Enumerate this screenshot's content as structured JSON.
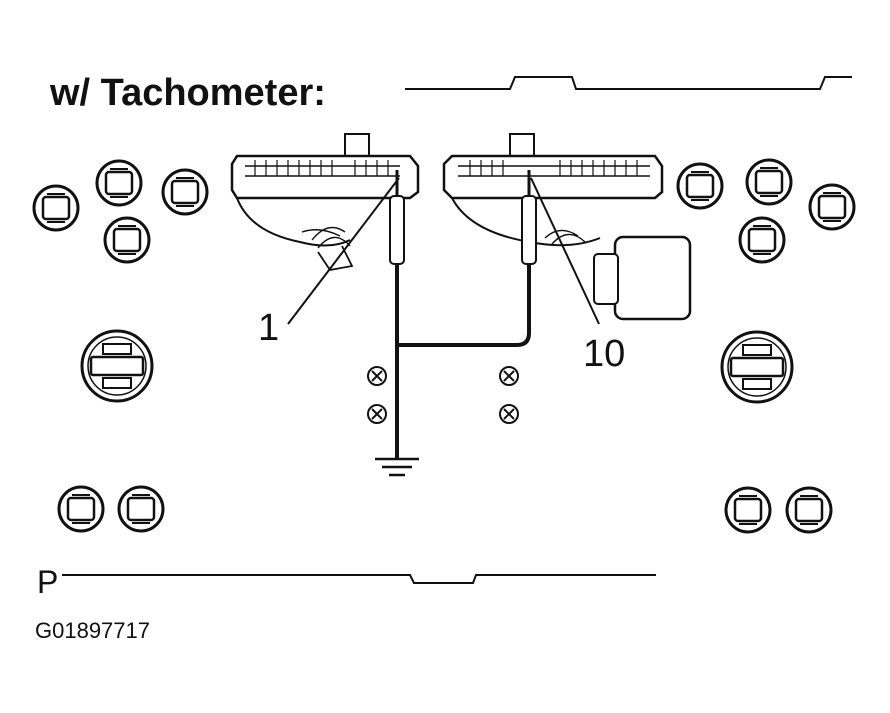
{
  "title": "w/ Tachometer:",
  "callouts": {
    "pin_1": "1",
    "pin_10": "10"
  },
  "panel_label": "P",
  "figure_id": "G01897717",
  "colors": {
    "ink": "#111111",
    "background": "#ffffff"
  }
}
